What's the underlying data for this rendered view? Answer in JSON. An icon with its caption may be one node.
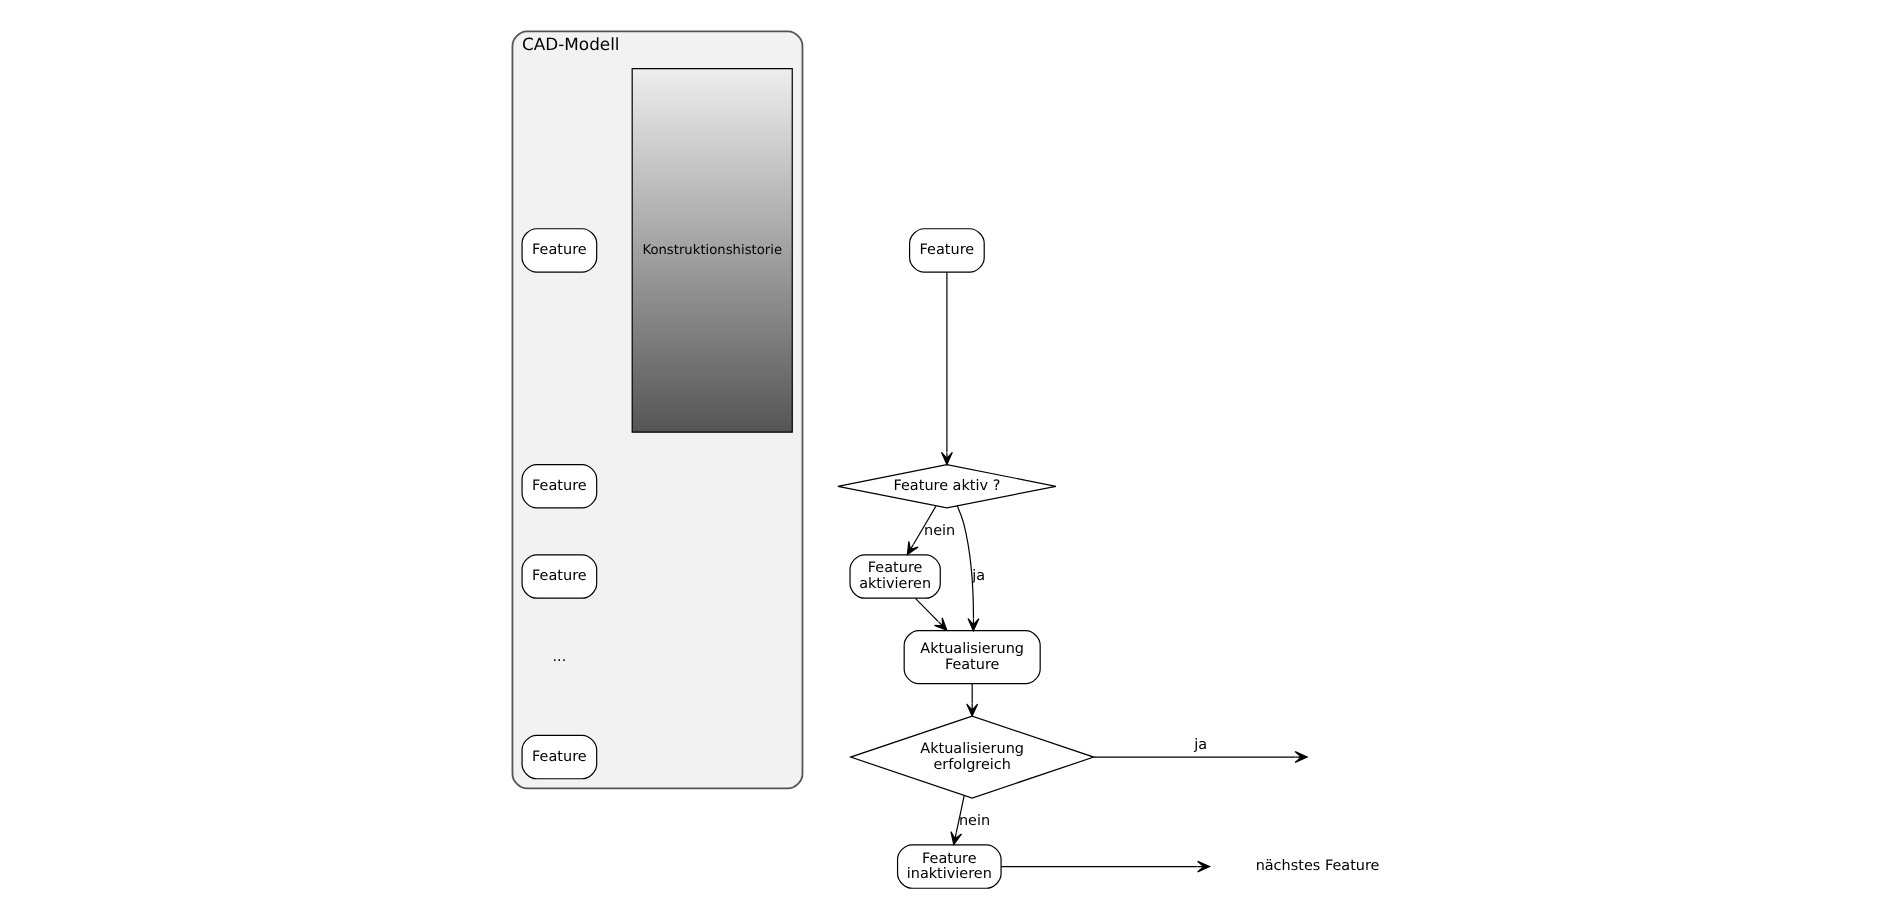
{
  "diagram": {
    "nodes": [
      {
        "text": [
          "CAD-Modell"
        ]
      },
      {
        "text": [
          "Konstruktionshistorie"
        ],
        "in": 0
      },
      {
        "text": [
          "Feature"
        ],
        "in": 0
      },
      {
        "text": [
          "Feature"
        ],
        "in": 0
      },
      {
        "text": [
          "Feature"
        ],
        "in": 0
      },
      {
        "text": [
          "Feature"
        ],
        "in": 0
      },
      {
        "text": [
          "Feature"
        ]
      },
      {
        "text": [
          "Feature aktiv ?"
        ]
      },
      {
        "text": [
          "Feature aktivieren"
        ]
      },
      {
        "text": [
          "Aktualisierung Feature"
        ]
      },
      {
        "text": [
          "Aktualisierung erfolgreich"
        ]
      },
      {
        "text": [
          "Feature inaktivieren"
        ]
      }
    ],
    "edges": [
      {
        "from": 6,
        "to": 7,
        "arrow": "to"
      },
      {
        "from": 7,
        "to": 8,
        "label": "nein",
        "arrow": "to"
      },
      {
        "from": 7,
        "to": 9,
        "label": "ja",
        "arrow": "to"
      },
      {
        "from": 8,
        "to": 9,
        "arrow": "to"
      },
      {
        "from": 9,
        "to": 10,
        "arrow": "to"
      },
      {
        "from": 10,
        "to": 11,
        "label": "nein",
        "arrow": "to"
      },
      {
        "from": 10,
        "to": null,
        "label": "ja",
        "arrow": "to"
      },
      {
        "from": 11,
        "to": null,
        "arrow": "to"
      }
    ],
    "labels": [
      "...",
      "nächstes Feature"
    ]
  }
}
